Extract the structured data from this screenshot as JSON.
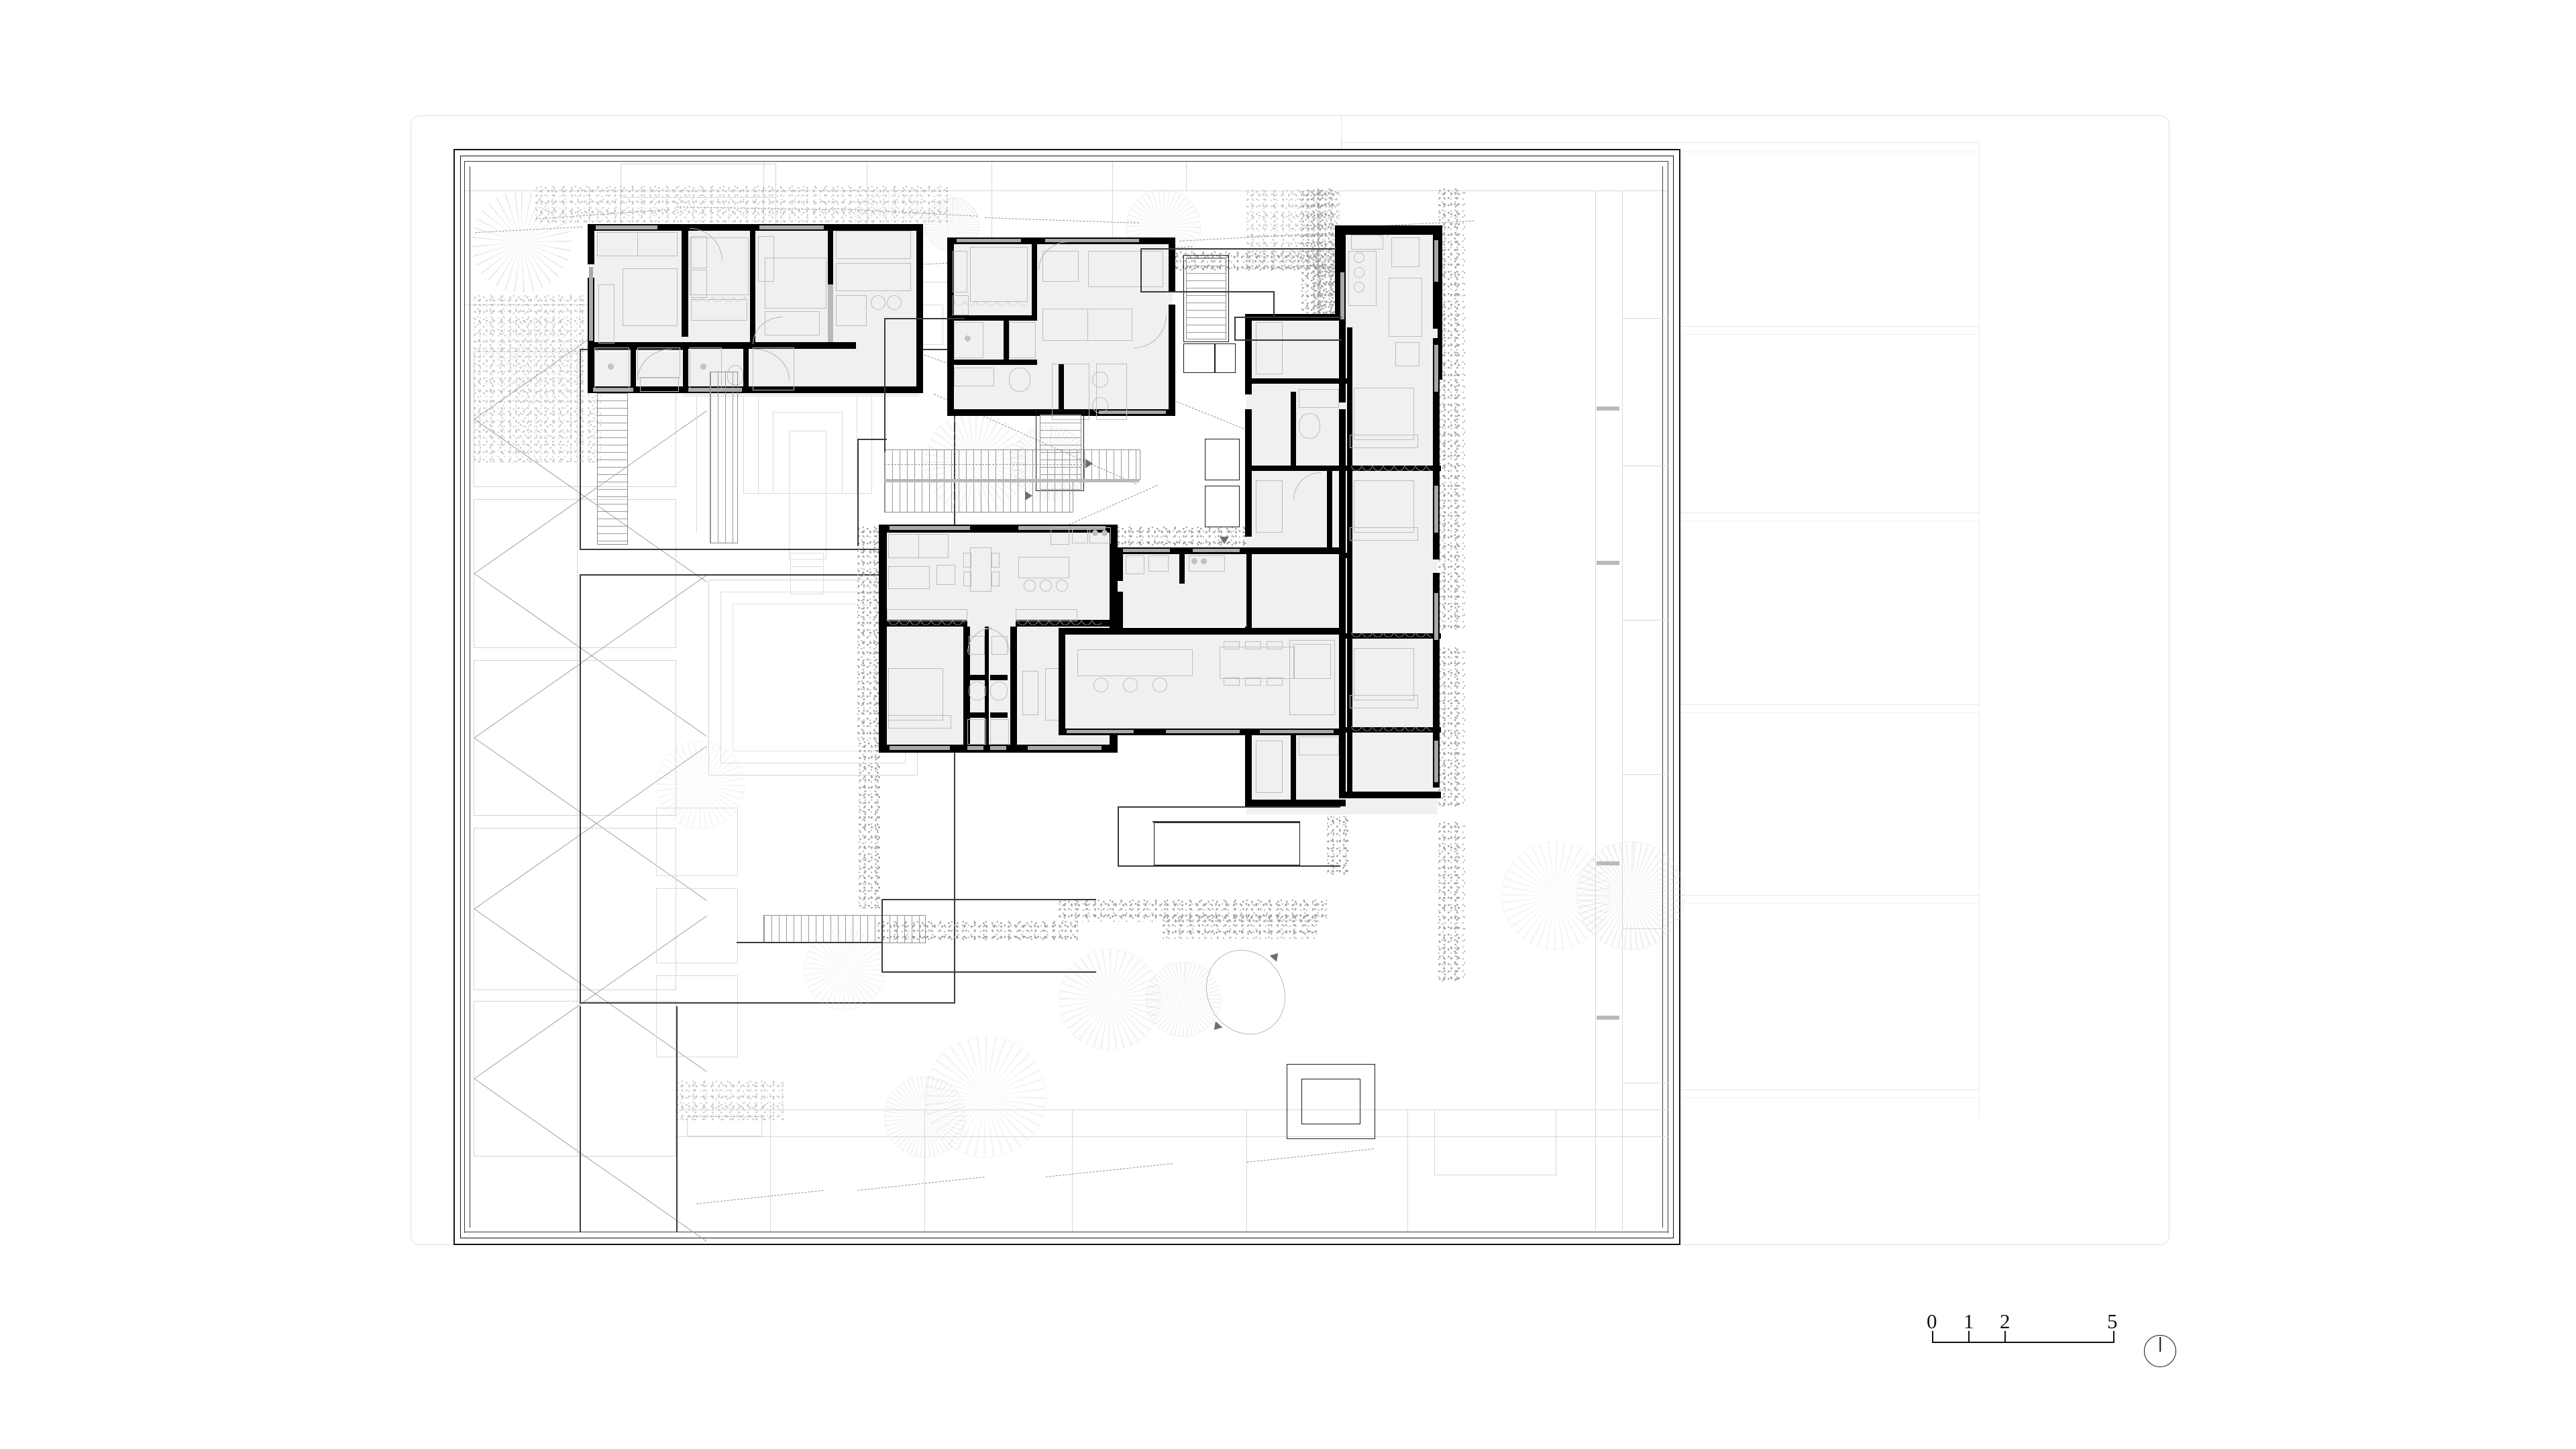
{
  "document": {
    "kind": "architectural-floor-plan",
    "sheet_background": "#ffffff",
    "line_color": "#111111",
    "wall_poche_color": "#000000",
    "room_fill_color": "#f0f0f0",
    "context_ghost_color": "#d8d8d8",
    "vegetation_color": "#9d9d9d"
  },
  "scale_bar": {
    "name": "graphic-scale-bar",
    "unit_implied": "meters",
    "labels": [
      "0",
      "1",
      "2",
      "5"
    ],
    "tick_positions_m": [
      0,
      1,
      2,
      5
    ],
    "total_length_m": 5
  },
  "north_arrow": {
    "name": "north-arrow",
    "symbol": "circle-with-needle",
    "needle_direction": "up"
  },
  "legend_table": {
    "name": "legend-grid",
    "visible_rows": 6,
    "row_labels": [
      "",
      "",
      "",
      "",
      "",
      ""
    ],
    "note": "empty ruled rows on right margin of sheet"
  },
  "plan": {
    "title": "",
    "frame": {
      "outer": true,
      "inner": true
    },
    "blocks": [
      {
        "id": "block-nw",
        "label": "",
        "type": "residential-units"
      },
      {
        "id": "block-n",
        "label": "",
        "type": "residential-units"
      },
      {
        "id": "block-ne",
        "label": "",
        "type": "residential-units"
      },
      {
        "id": "block-e",
        "label": "",
        "type": "residential-units"
      },
      {
        "id": "block-s",
        "label": "",
        "type": "residential-units"
      },
      {
        "id": "block-se",
        "label": "",
        "type": "residential-units"
      }
    ],
    "courtyards": [
      {
        "id": "courtyard-west-upper",
        "label": ""
      },
      {
        "id": "courtyard-west-lower",
        "label": ""
      },
      {
        "id": "courtyard-central",
        "label": ""
      }
    ],
    "context": [
      {
        "id": "neighbour-north",
        "label": ""
      },
      {
        "id": "neighbour-west",
        "label": ""
      },
      {
        "id": "neighbour-south",
        "label": ""
      },
      {
        "id": "neighbour-east",
        "label": ""
      }
    ]
  }
}
